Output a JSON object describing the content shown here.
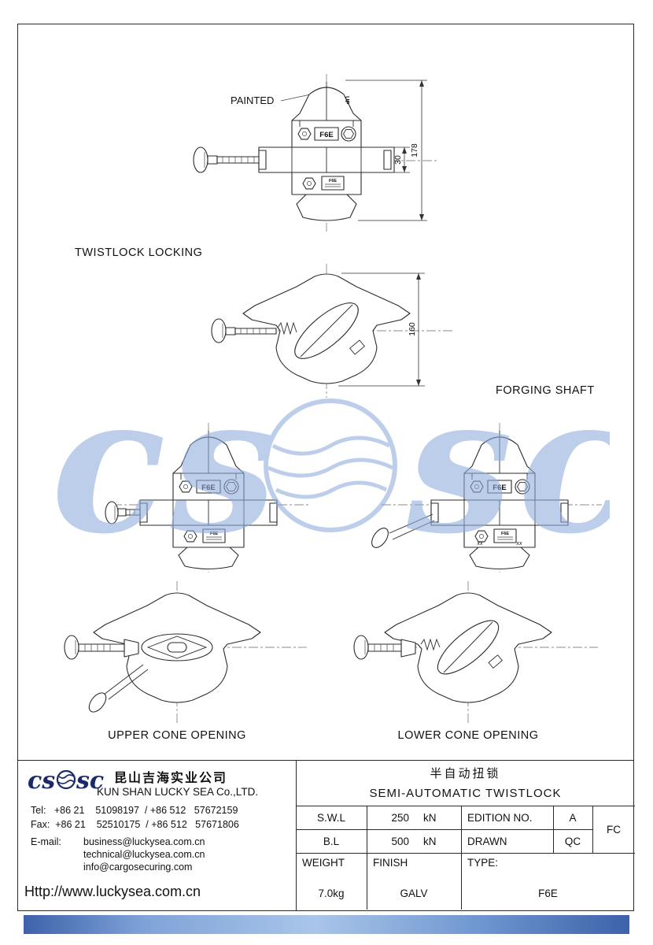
{
  "labels": {
    "painted": "PAINTED",
    "up": "UP",
    "twistlock_locking": "TWISTLOCK LOCKING",
    "forging_shaft": "FORGING SHAFT",
    "upper_cone": "UPPER CONE OPENING",
    "lower_cone": "LOWER CONE OPENING",
    "xx": "xx"
  },
  "part": {
    "model": "F6E"
  },
  "dimensions": {
    "d30": "30",
    "d178": "178",
    "d160": "160"
  },
  "watermark": {
    "left": "cs",
    "right": "sc",
    "color": "#8fabdc"
  },
  "logo": {
    "cs": "cs",
    "sc": "sc"
  },
  "title_block": {
    "company_cn": "昆山吉海实业公司",
    "company_en": "KUN SHAN LUCKY SEA Co.,LTD.",
    "tel": "Tel:   +86 21    51098197  / +86 512   57672159",
    "fax": "Fax:  +86 21    52510175  / +86 512   57671806",
    "email_label": "E-mail:",
    "email1": "business@luckysea.com.cn",
    "email2": "technical@luckysea.com.cn",
    "email3": "info@cargosecuring.com",
    "website": "Http://www.luckysea.com.cn",
    "product_cn": "半自动扭锁",
    "product_en": "SEMI-AUTOMATIC  TWISTLOCK",
    "swl_label": "S.W.L",
    "swl_value": "250",
    "swl_unit": "kN",
    "edition_label": "EDITION NO.",
    "edition_value": "A",
    "fc": "FC",
    "bl_label": "B.L",
    "bl_value": "500",
    "bl_unit": "kN",
    "drawn_label": "DRAWN",
    "drawn_value": "QC",
    "weight_label": "WEIGHT",
    "weight_value": "7.0kg",
    "finish_label": "FINISH",
    "finish_value": "GALV",
    "type_label": "TYPE:",
    "type_value": "F6E"
  }
}
